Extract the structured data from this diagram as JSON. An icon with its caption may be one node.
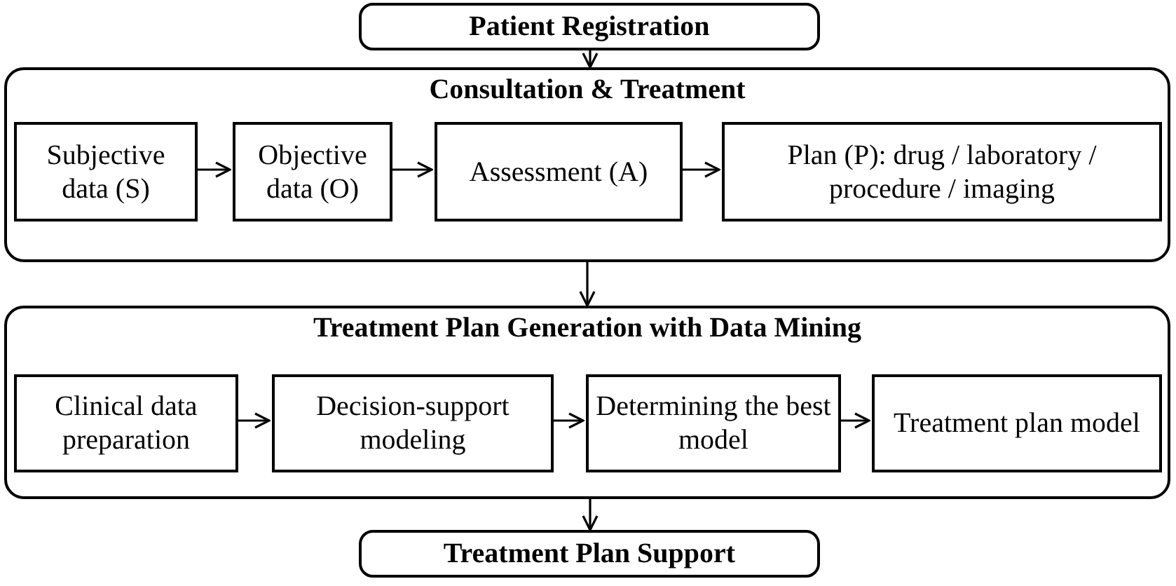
{
  "diagram": {
    "nodes": [
      {
        "text": [
          "Patient Registration"
        ]
      },
      {
        "text": [
          "Consultation & Treatment"
        ]
      },
      {
        "text": [
          "Subjective data (S)"
        ],
        "in": 1
      },
      {
        "text": [
          "Objective data (O)"
        ],
        "in": 1
      },
      {
        "text": [
          "Assessment (A)"
        ],
        "in": 1
      },
      {
        "text": [
          "Plan (P): drug / laboratory / procedure / imaging"
        ],
        "in": 1
      },
      {
        "text": [
          "Treatment Plan Generation with Data Mining"
        ]
      },
      {
        "text": [
          "Clinical data preparation"
        ],
        "in": 6
      },
      {
        "text": [
          "Decision-support modeling"
        ],
        "in": 6
      },
      {
        "text": [
          "Determining the best model"
        ],
        "in": 6
      },
      {
        "text": [
          "Treatment plan model"
        ],
        "in": 6
      },
      {
        "text": [
          "Treatment Plan Support"
        ]
      }
    ],
    "edges": [
      {
        "from": 0,
        "to": 1,
        "arrow": "to"
      },
      {
        "from": 2,
        "to": 3,
        "arrow": "to"
      },
      {
        "from": 3,
        "to": 4,
        "arrow": "to"
      },
      {
        "from": 4,
        "to": 5,
        "arrow": "to"
      },
      {
        "from": 1,
        "to": 6,
        "arrow": "to"
      },
      {
        "from": 7,
        "to": 8,
        "arrow": "to"
      },
      {
        "from": 8,
        "to": 9,
        "arrow": "to"
      },
      {
        "from": 9,
        "to": 10,
        "arrow": "to"
      },
      {
        "from": 6,
        "to": 11,
        "arrow": "to"
      }
    ]
  }
}
